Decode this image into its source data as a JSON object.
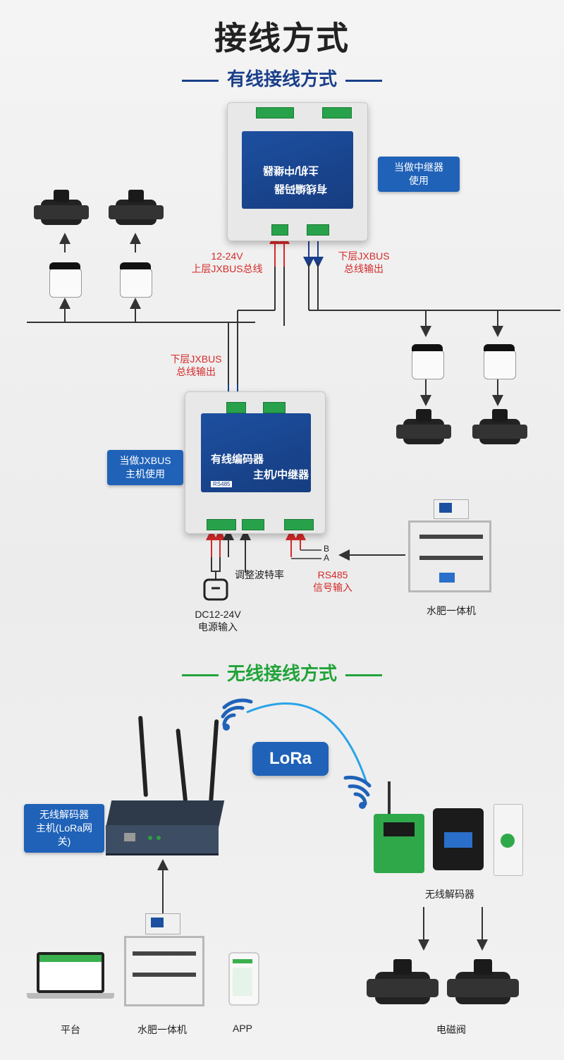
{
  "title": "接线方式",
  "wired": {
    "heading": "有线接线方式",
    "relay_badge": [
      "当做中继器",
      "使用"
    ],
    "host_badge": [
      "当做JXBUS",
      "主机使用"
    ],
    "upper_bus_label": [
      "12-24V",
      "上层JXBUS总线"
    ],
    "bus_out_top_label": [
      "下层JXBUS",
      "总线输出"
    ],
    "bus_out_left_label": [
      "下层JXBUS",
      "总线输出"
    ],
    "baud_label": "调整波特率",
    "power_label": [
      "DC12-24V",
      "电源输入"
    ],
    "rs485_label": [
      "RS485",
      "信号输入"
    ],
    "ba_labels": [
      "B",
      "A"
    ],
    "fertigation_label": "水肥一体机",
    "top_device_panel": [
      "有线编码器",
      "主机/中继器"
    ],
    "bottom_device_panel": [
      "有线编码器",
      "主机/中继器"
    ],
    "bottom_device_tag": "RS485"
  },
  "wireless": {
    "heading": "无线接线方式",
    "lora": "LoRa",
    "gateway_badge": [
      "无线解码器",
      "主机(LoRa网关)"
    ],
    "decoder_label": "无线解码器",
    "bottom_labels": [
      "平台",
      "水肥一体机",
      "APP",
      "电磁阀"
    ]
  },
  "colors": {
    "wired_accent": "#1a3f8a",
    "wireless_accent": "#22a33a",
    "badge_blue": "#1f62b8",
    "red_text": "#d42a2a",
    "wifi_blue": "#1f62b8",
    "arc_blue": "#2aa3e8"
  }
}
